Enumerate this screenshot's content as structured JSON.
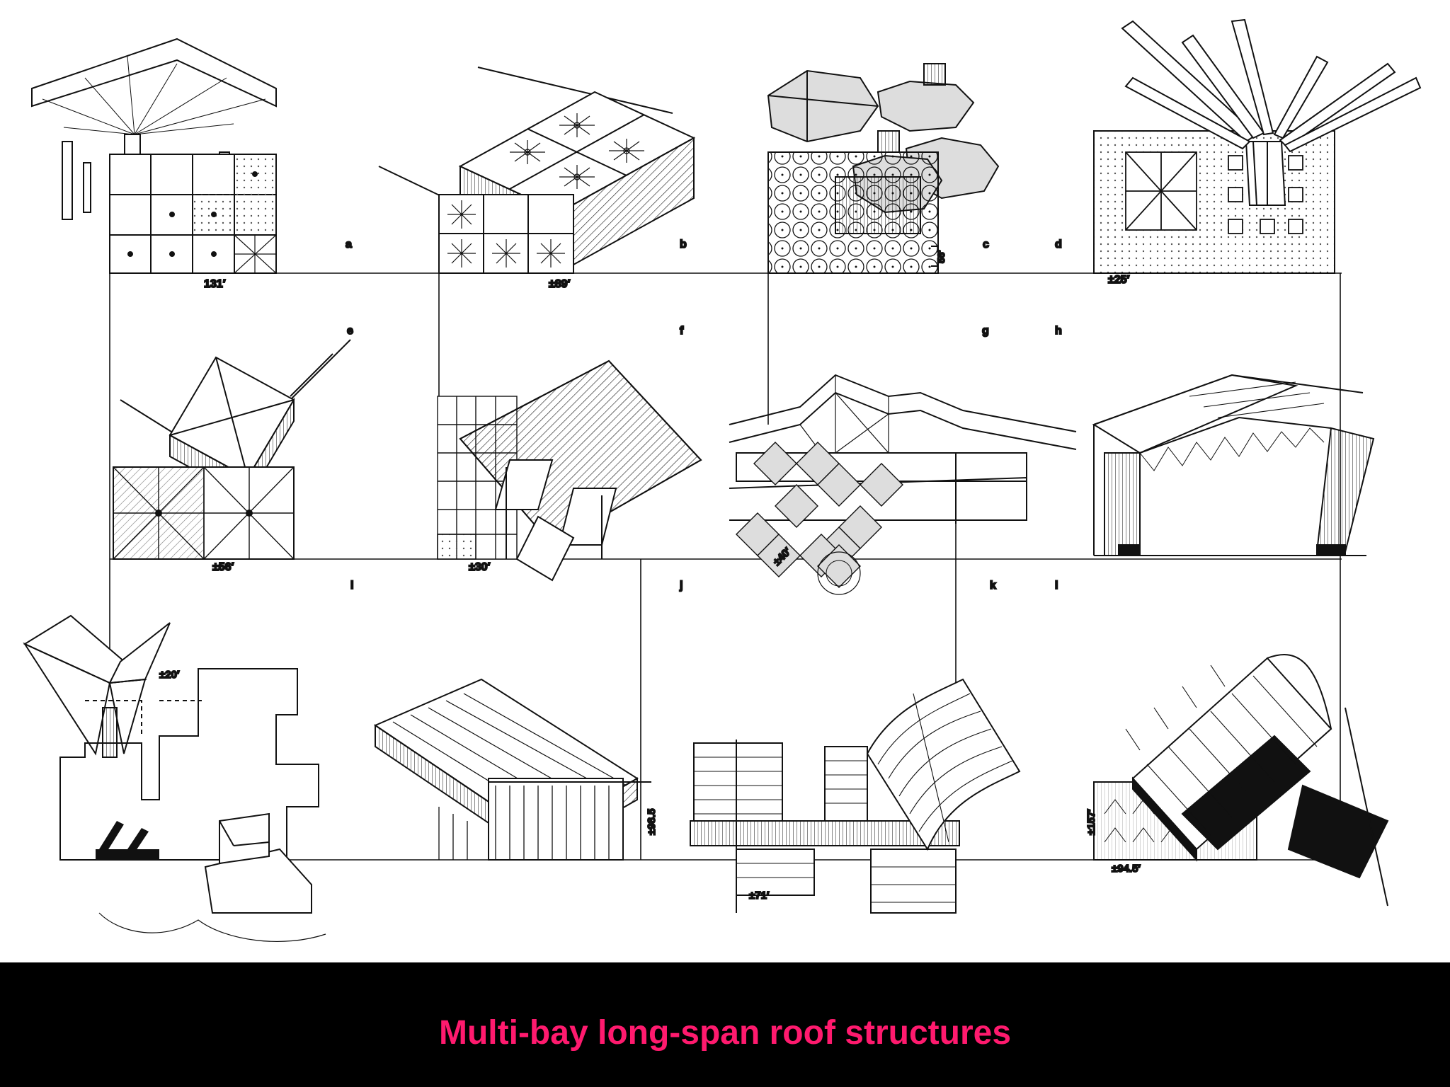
{
  "colors": {
    "caption_text": "#ff1a6e",
    "caption_bg": "#000000",
    "ink": "#111111",
    "paper": "#ffffff",
    "shade": "#c8c8c8"
  },
  "panels": [
    {
      "letter": "a",
      "dimension": "131′"
    },
    {
      "letter": "b",
      "dimension": "±89′"
    },
    {
      "letter": "c",
      "dimension": "56′"
    },
    {
      "letter": "d",
      "dimension": "±25′"
    },
    {
      "letter": "e",
      "dimension": "±56′"
    },
    {
      "letter": "f",
      "dimension": "±30′"
    },
    {
      "letter": "g",
      "dimension": "±40′"
    },
    {
      "letter": "h",
      "dimension": ""
    },
    {
      "letter": "i",
      "dimension": "±20′"
    },
    {
      "letter": "j",
      "dimension": "±98.5"
    },
    {
      "letter": "k",
      "dimension": "±71′"
    },
    {
      "letter": "l",
      "dimension": "±157′"
    }
  ],
  "extra_dimension": "±94.5′",
  "caption": "Multi-bay long-span roof structures"
}
